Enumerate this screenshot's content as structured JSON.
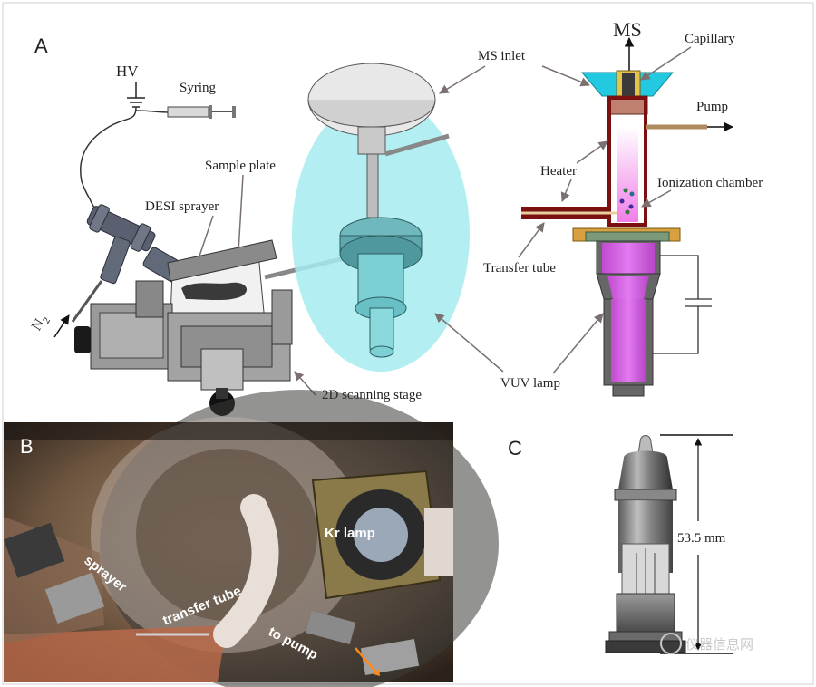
{
  "panels": {
    "a": "A",
    "b": "B",
    "c": "C"
  },
  "panel_a": {
    "hv": "HV",
    "syringe": "Syring",
    "sample_plate": "Sample plate",
    "desi_sprayer": "DESI sprayer",
    "n2": "N",
    "n2_sub": "2",
    "ms_inlet": "MS inlet",
    "ms": "MS",
    "capillary": "Capillary",
    "pump": "Pump",
    "heater": "Heater",
    "ionization_chamber": "Ionization chamber",
    "transfer_tube": "Transfer tube",
    "vuv_lamp": "VUV lamp",
    "scanning_stage": "2D scanning stage"
  },
  "panel_b": {
    "kr_lamp": "Kr lamp",
    "sprayer": "sprayer",
    "transfer_tube": "transfer tube",
    "to_pump": "to pump"
  },
  "panel_c": {
    "dimension": "53.5 mm"
  },
  "watermark": "仪器信息网",
  "colors": {
    "cyan_ellipse": "#a6ecf0",
    "lamp_magenta": "#d45be0",
    "heater_brown": "#7a1010",
    "inlet_cyan": "#23c9e0",
    "arrow_gray": "#7a7070"
  }
}
